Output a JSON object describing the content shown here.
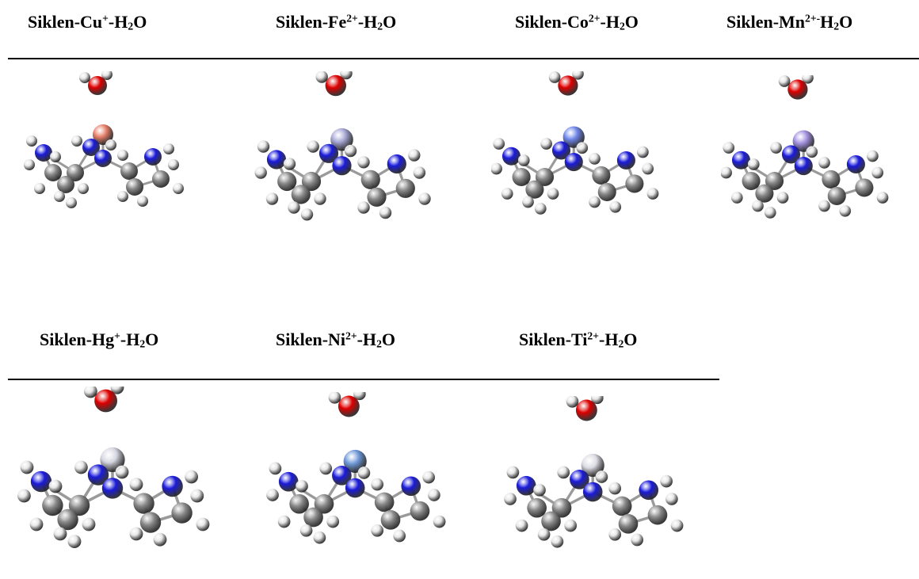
{
  "complexes": [
    {
      "id": "cu",
      "prefix": "Siklen-Cu",
      "charge": "+",
      "sep": "-H",
      "sub": "2",
      "suffix": "O",
      "metal_color": "#e7806a"
    },
    {
      "id": "fe",
      "prefix": "Siklen-Fe",
      "charge": "2+",
      "sep": "-H",
      "sub": "2",
      "suffix": "O",
      "metal_color": "#a7a7d6"
    },
    {
      "id": "co",
      "prefix": "Siklen-Co",
      "charge": "2+",
      "sep": "-H",
      "sub": "2",
      "suffix": "O",
      "metal_color": "#6e86ea"
    },
    {
      "id": "mn",
      "prefix": "Siklen-Mn",
      "charge": "2+-",
      "sep": "H",
      "sub": "2",
      "suffix": "O",
      "metal_color": "#a291e0"
    },
    {
      "id": "hg",
      "prefix": "Siklen-Hg",
      "charge": "+",
      "sep": "-H",
      "sub": "2",
      "suffix": "O",
      "metal_color": "#d6d6e2"
    },
    {
      "id": "ni",
      "prefix": "Siklen-Ni",
      "charge": "2+",
      "sep": "-H",
      "sub": "2",
      "suffix": "O",
      "metal_color": "#6e98d9"
    },
    {
      "id": "ti",
      "prefix": "Siklen-Ti",
      "charge": "2+",
      "sep": "-H",
      "sub": "2",
      "suffix": "O",
      "metal_color": "#dcdce4"
    }
  ],
  "atom_colors": {
    "oxygen": "#e00000",
    "nitrogen": "#1b1bdc",
    "carbon": "#8c8c8c",
    "hydrogen": "#e6e6e6"
  }
}
